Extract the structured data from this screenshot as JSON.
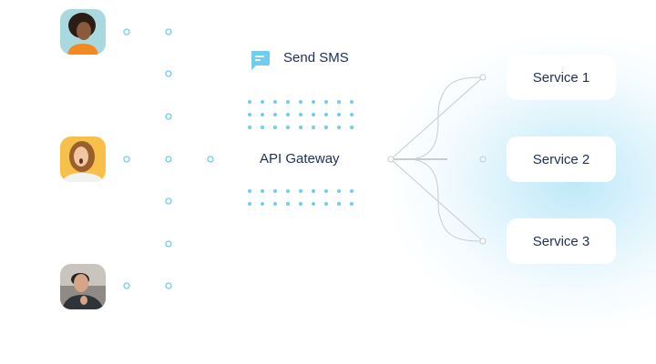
{
  "diagram": {
    "sms_label": "Send SMS",
    "sms_icon": "chat-message-icon",
    "gateway_label": "API Gateway",
    "users": [
      {
        "name": "user-woman-curly-hair",
        "bg": "#a9d8de",
        "shirt": "#f48a1f",
        "hair": "#2b1d16",
        "skin": "#8a5a3c"
      },
      {
        "name": "user-woman-surprised",
        "bg": "#f7c04a",
        "shirt": "#f2f2f2",
        "hair": "#9a5f2b",
        "skin": "#f1c6a2"
      },
      {
        "name": "user-man-smiling",
        "bg": "#c9c4bd",
        "shirt": "#2e3437",
        "hair": "#2a2220",
        "skin": "#d6a585"
      }
    ],
    "services": [
      {
        "label": "Service 1"
      },
      {
        "label": "Service 2"
      },
      {
        "label": "Service 3"
      }
    ],
    "colors": {
      "text": "#1f2e5a",
      "node_accent": "#6fcdf0",
      "connector": "#c7cccf",
      "glow": "#b2e4f7"
    }
  }
}
